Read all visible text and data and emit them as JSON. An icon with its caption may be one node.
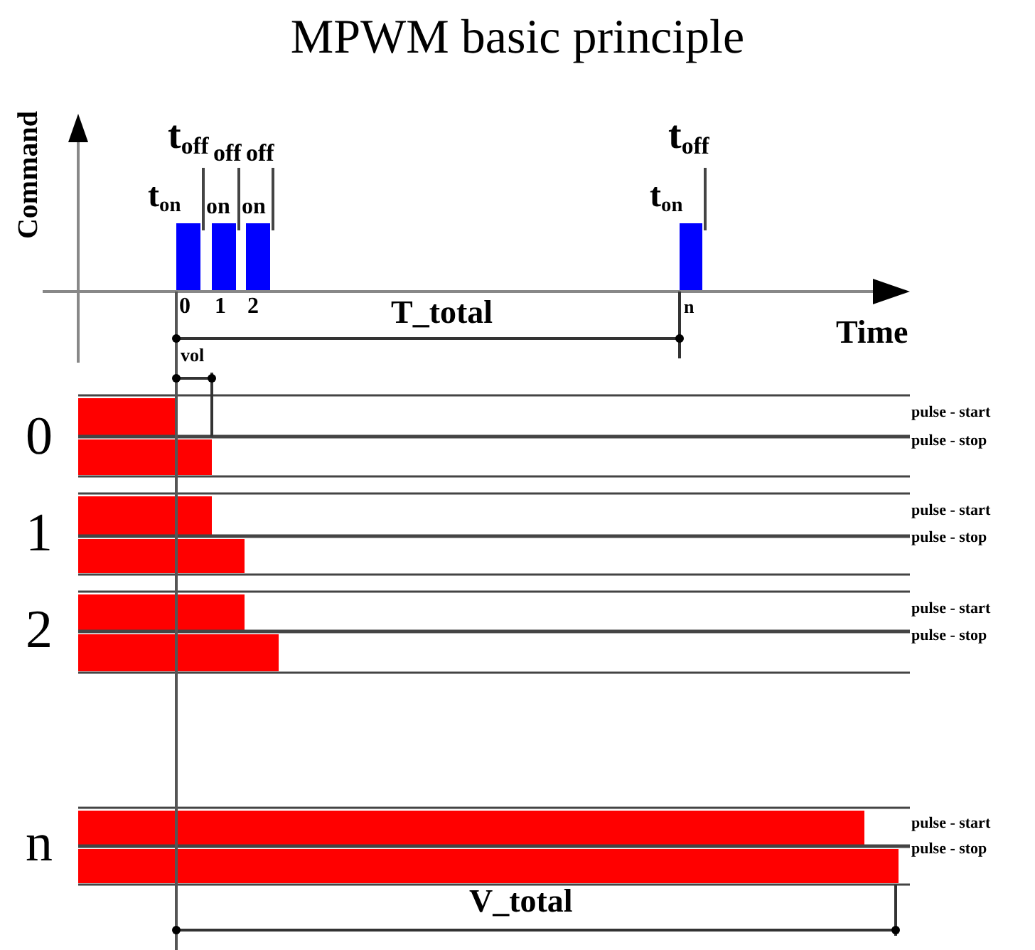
{
  "diagram": {
    "title": "MPWM basic principle",
    "labels": [
      "Command",
      "t$_{off}$",
      "off",
      "off",
      "t$_{off}$",
      "t$_{on}$",
      "on",
      "on",
      "t$_{on}$",
      "0",
      "1",
      "2",
      "T_total",
      "n",
      "Time",
      "vol",
      "0",
      "pulse - start",
      "pulse - stop",
      "1",
      "pulse - start",
      "pulse - stop",
      "2",
      "pulse - start",
      "pulse - stop",
      "n",
      "pulse - start",
      "pulse - stop",
      "V_total"
    ]
  }
}
